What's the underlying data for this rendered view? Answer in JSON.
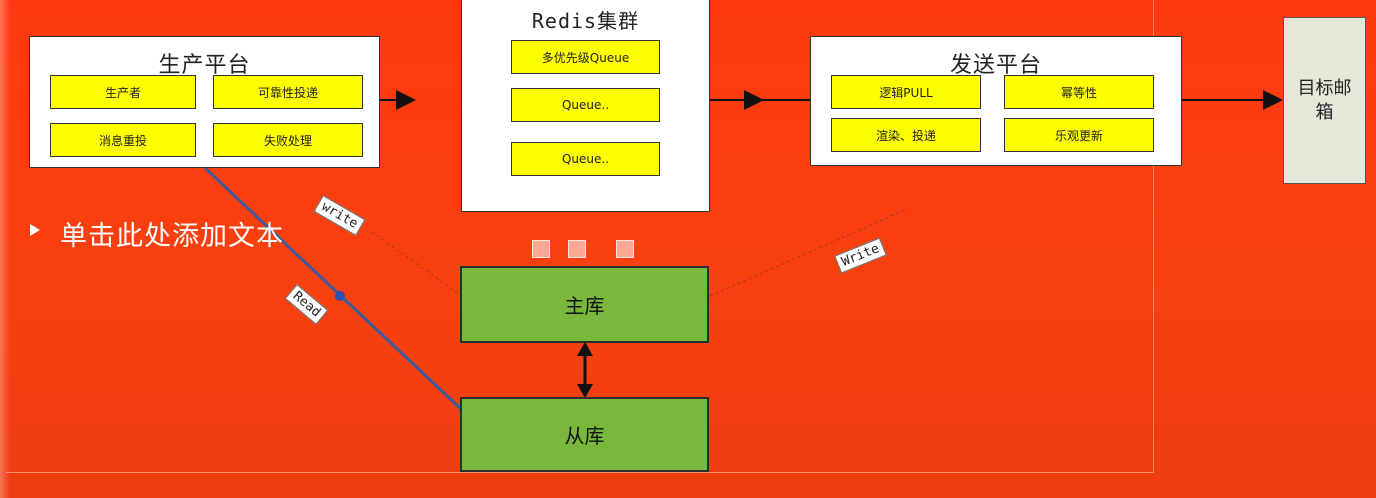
{
  "producer": {
    "title": "生产平台",
    "items": [
      "生产者",
      "可靠性投递",
      "消息重投",
      "失败处理"
    ]
  },
  "redis": {
    "title": "Redis集群",
    "queues": [
      "多优先级Queue",
      "Queue..",
      "Queue.."
    ]
  },
  "sender": {
    "title": "发送平台",
    "items": [
      "逻辑PULL",
      "幂等性",
      "渲染、投递",
      "乐观更新"
    ]
  },
  "mailbox": {
    "label": "目标邮箱"
  },
  "database": {
    "master": "主库",
    "slave": "从库"
  },
  "labels": {
    "write_left": "write",
    "write_right": "Write",
    "read": "Read"
  },
  "placeholder_text": "单击此处添加文本",
  "colors": {
    "background": "#f5400f",
    "chip": "#ffff00",
    "db": "#79b83d",
    "mailbox": "#e4e8d8"
  }
}
